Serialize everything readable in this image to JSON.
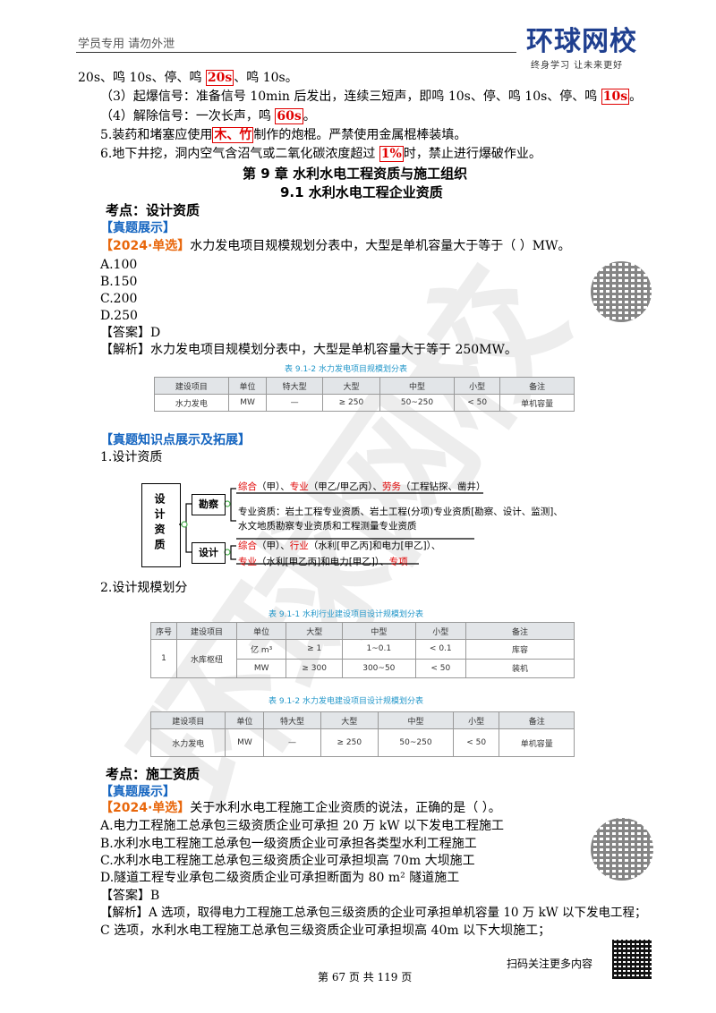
{
  "header": {
    "notice": "学员专用 请勿外泄",
    "logo_main": "环球网校",
    "logo_slogan": "终身学习 让未来更好"
  },
  "blasting": {
    "line1_pre": "20s、鸣 10s、停、鸣 ",
    "line1_hl": "20s",
    "line1_post": "、鸣 10s。",
    "line2_pre": "（3）起爆信号：准备信号 10min 后发出，连续三短声，即鸣 10s、停、鸣 10s、停、鸣 ",
    "line2_hl": "10s",
    "line2_post": "。",
    "line3_pre": "（4）解除信号：一次长声，鸣 ",
    "line3_hl": "60s",
    "line3_post": "。",
    "line4_pre": "5.装药和堵塞应使用",
    "line4_hl": "木、竹",
    "line4_post": "制作的炮棍。严禁使用金属棍棒装填。",
    "line5_pre": "6.地下井挖，洞内空气含沼气或二氧化碳浓度超过 ",
    "line5_hl": "1%",
    "line5_post": "时，禁止进行爆破作业。"
  },
  "chapter": {
    "title": "第 9 章  水利水电工程资质与施工组织",
    "section": "9.1 水利水电工程企业资质"
  },
  "kp1": {
    "title": "考点：设计资质",
    "tag": "【真题展示】",
    "q_tag": "【2024·单选】",
    "question": "水力发电项目规模规划分表中，大型是单机容量大于等于（    ）MW。",
    "options": [
      "A.100",
      "B.150",
      "C.200",
      "D.250"
    ],
    "answer": "【答案】D",
    "analysis": "【解析】水力发电项目规模划分表中，大型是单机容量大于等于 250MW。",
    "table_caption": "表 9.1-2   水力发电项目规模划分表",
    "table_headers": [
      "建设项目",
      "单位",
      "特大型",
      "大型",
      "中型",
      "小型",
      "备注"
    ],
    "table_row": [
      "水力发电",
      "MW",
      "—",
      "≥ 250",
      "50~250",
      "< 50",
      "单机容量"
    ],
    "ext_tag": "【真题知识点展示及拓展】",
    "ext_item1": "1.设计资质",
    "mindmap": {
      "root": "设计资质",
      "branch1": "勘察",
      "branch2": "设计",
      "b1_line1": {
        "a": "综合",
        "b": "（甲）、",
        "c": "专业",
        "d": "（甲乙/甲乙丙）、",
        "e": "劳务",
        "f": "（工程钻探、凿井）"
      },
      "b1_line2": "专业资质：岩土工程专业资质、岩土工程(分项)专业资质[勘察、设计、监测]、",
      "b1_line3": "水文地质勘察专业资质和工程测量专业资质",
      "b2_line1": {
        "a": "综合",
        "b": "（甲）、",
        "c": "行业",
        "d": "（水利[甲乙丙]和电力[甲乙]）、"
      },
      "b2_line2": {
        "a": "专业",
        "b": "（水利[甲乙丙]和电力[甲乙]）、",
        "c": "专项"
      }
    },
    "ext_item2": "2.设计规模划分",
    "table2_caption": "表 9.1-1   水利行业建设项目设计规模划分表",
    "table2_headers": [
      "序号",
      "建设项目",
      "单位",
      "大型",
      "中型",
      "小型",
      "备注"
    ],
    "table2_rows": [
      [
        "1",
        "水库枢纽",
        "亿 m³",
        "≥ 1",
        "1~0.1",
        "< 0.1",
        "库容"
      ],
      [
        "",
        "",
        "MW",
        "≥ 300",
        "300~50",
        "< 50",
        "装机"
      ]
    ],
    "table3_caption": "表 9.1-2   水力发电建设项目设计规模划分表",
    "table3_headers": [
      "建设项目",
      "单位",
      "特大型",
      "大型",
      "中型",
      "小型",
      "备注"
    ],
    "table3_row": [
      "水力发电",
      "MW",
      "—",
      "≥ 250",
      "50~250",
      "< 50",
      "单机容量"
    ]
  },
  "kp2": {
    "title": "考点：施工资质",
    "tag": "【真题展示】",
    "q_tag": "【2024·单选】",
    "question": "关于水利水电工程施工企业资质的说法，正确的是（ ）。",
    "options": [
      "A.电力工程施工总承包三级资质企业可承担 20 万 kW 以下发电工程施工",
      "B.水利水电工程施工总承包一级资质企业可承担各类型水利工程施工",
      "C.水利水电工程施工总承包三级资质企业可承担坝高 70m 大坝施工",
      "D.隧道工程专业承包二级资质企业可承担断面为 80 m² 隧道施工"
    ],
    "answer": "【答案】B",
    "analysis1": "【解析】A 选项，取得电力工程施工总承包三级资质的企业可承担单机容量 10 万 kW 以下发电工程；",
    "analysis2": "C 选项，水利水电工程施工总承包三级资质企业可承担坝高 40m 以下大坝施工；"
  },
  "footer": {
    "page": "第 67 页 共 119 页",
    "qr_text": "扫码关注更多内容"
  },
  "watermark": "环球网校",
  "colors": {
    "red": "#e00000",
    "orange": "#e8670c",
    "blue": "#1565c0",
    "caption": "#2196c9"
  }
}
